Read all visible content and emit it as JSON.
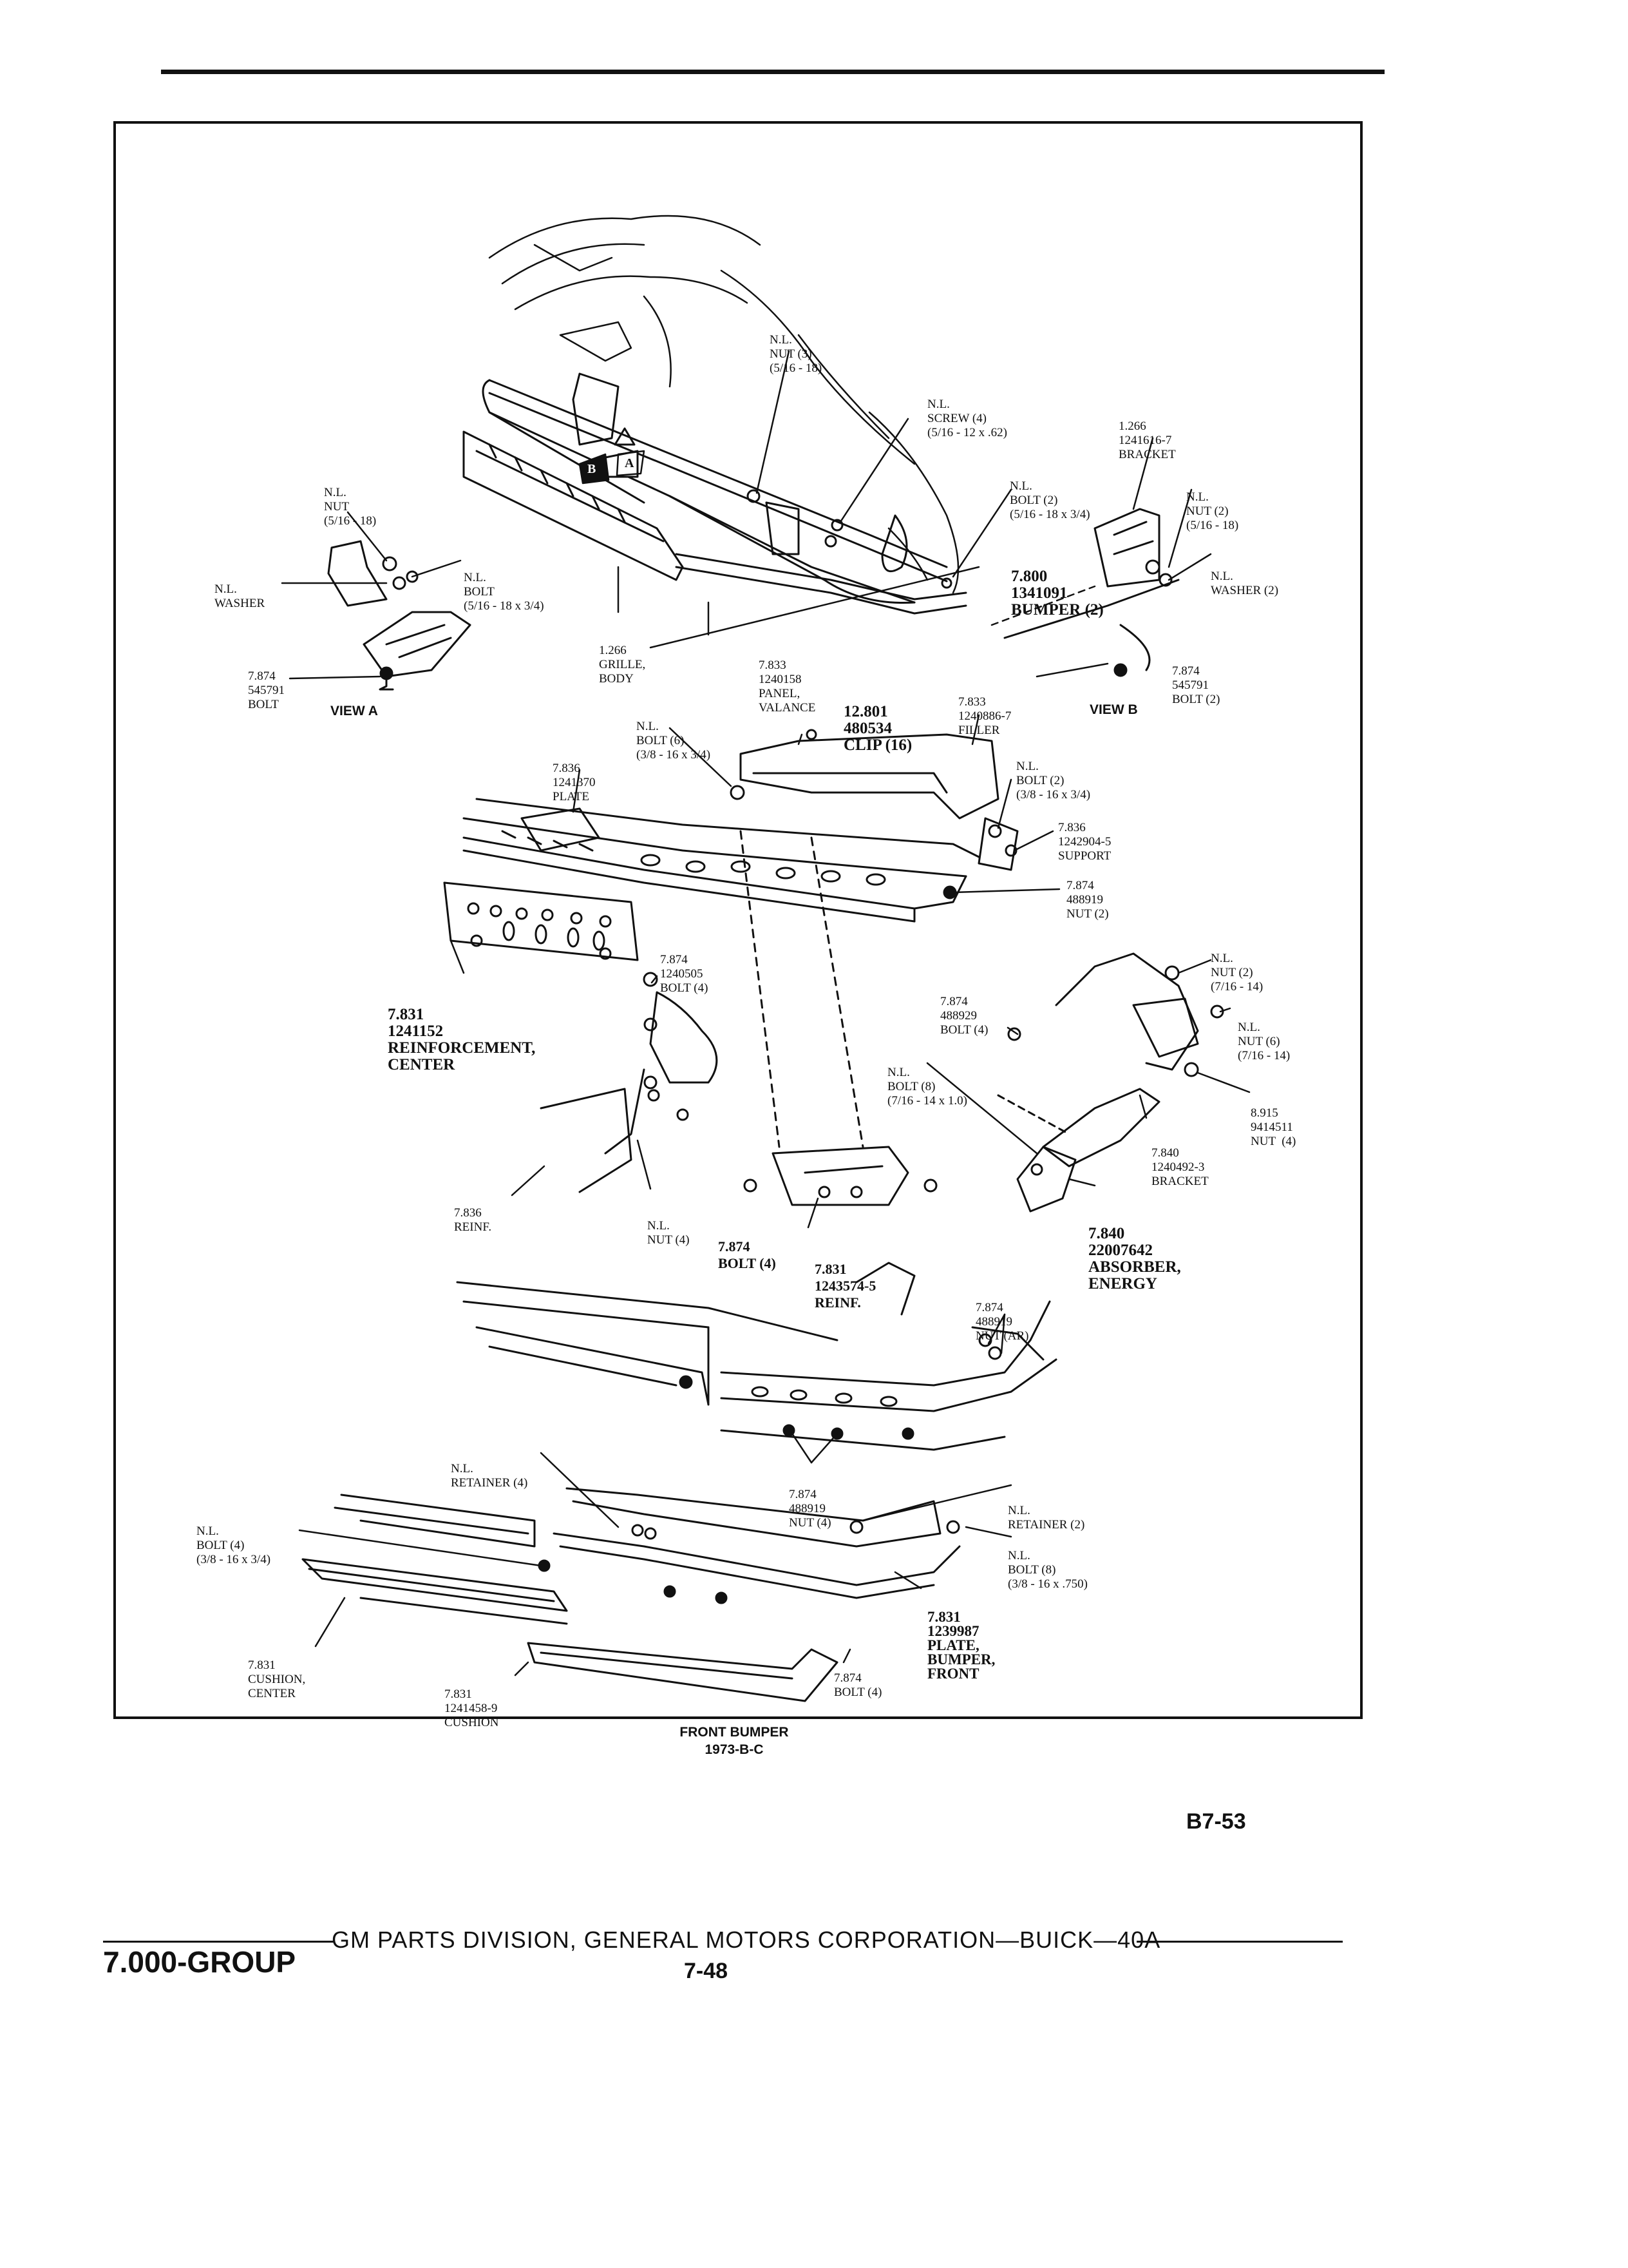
{
  "labels": {
    "nut3": [
      "N.L.",
      "NUT (3)",
      "(5/16 - 18)"
    ],
    "screw4": [
      "N.L.",
      "SCREW (4)",
      "(5/16 - 12 x .62)"
    ],
    "bracket_1266": [
      "1.266",
      "1241616-7",
      "BRACKET"
    ],
    "nut_a": [
      "N.L.",
      "NUT",
      "(5/16 - 18)"
    ],
    "bolt2_top": [
      "N.L.",
      "BOLT (2)",
      "(5/16 - 18 x 3/4)"
    ],
    "nut2_b": [
      "N.L.",
      "NUT (2)",
      "(5/16 - 18)"
    ],
    "washer_a": [
      "N.L.",
      "WASHER"
    ],
    "bolt_a": [
      "N.L.",
      "BOLT",
      "(5/16 - 18 x 3/4)"
    ],
    "bumper_7800": [
      "7.800",
      "1341091",
      "BUMPER (2)"
    ],
    "washer2_b": [
      "N.L.",
      "WASHER (2)"
    ],
    "grille": [
      "1.266",
      "GRILLE,",
      "BODY"
    ],
    "valance": [
      "7.833",
      "1240158",
      "PANEL,",
      "VALANCE"
    ],
    "bolt_7874_a": [
      "7.874",
      "545791",
      "BOLT"
    ],
    "clip": [
      "12.801",
      "480534",
      "CLIP (16)"
    ],
    "filler": [
      "7.833",
      "1240886-7",
      "FILLER"
    ],
    "bolt2_b": [
      "7.874",
      "545791",
      "BOLT (2)"
    ],
    "bolt6": [
      "N.L.",
      "BOLT (6)",
      "(3/8 - 16 x 3/4)"
    ],
    "plate": [
      "7.836",
      "1241370",
      "PLATE"
    ],
    "bolt2_mid": [
      "N.L.",
      "BOLT (2)",
      "(3/8 - 16 x 3/4)"
    ],
    "support": [
      "7.836",
      "1242904-5",
      "SUPPORT"
    ],
    "nut2_488919": [
      "7.874",
      "488919",
      "NUT (2)"
    ],
    "nut2_716": [
      "N.L.",
      "NUT (2)",
      "(7/16 - 14)"
    ],
    "bolt4_1240505": [
      "7.874",
      "1240505",
      "BOLT (4)"
    ],
    "reinf_center": [
      "7.831",
      "1241152",
      "REINFORCEMENT,",
      "CENTER"
    ],
    "bolt4_488929": [
      "7.874",
      "488929",
      "BOLT (4)"
    ],
    "nut6": [
      "N.L.",
      "NUT (6)",
      "(7/16 - 14)"
    ],
    "bolt8_716": [
      "N.L.",
      "BOLT (8)",
      "(7/16 - 14 x 1.0)"
    ],
    "nut4_9414511": [
      "8.915",
      "9414511",
      "NUT  (4)"
    ],
    "bracket_7840": [
      "7.840",
      "1240492-3",
      "BRACKET"
    ],
    "reinf_7836": [
      "7.836",
      "REINF."
    ],
    "nut4": [
      "N.L.",
      "NUT (4)"
    ],
    "bolt4_7874": [
      "7.874",
      "BOLT (4)"
    ],
    "reinf_7831": [
      "7.831",
      "1243574-5",
      "REINF."
    ],
    "absorber": [
      "7.840",
      "22007642",
      "ABSORBER,",
      "ENERGY"
    ],
    "nut_ar": [
      "7.874",
      "488919",
      "NUT (AR)"
    ],
    "retainer4": [
      "N.L.",
      "RETAINER (4)"
    ],
    "nut4_488919": [
      "7.874",
      "488919",
      "NUT (4)"
    ],
    "retainer2": [
      "N.L.",
      "RETAINER (2)"
    ],
    "bolt4_38": [
      "N.L.",
      "BOLT (4)",
      "(3/8 - 16 x 3/4)"
    ],
    "bolt8_38": [
      "N.L.",
      "BOLT (8)",
      "(3/8 - 16 x .750)"
    ],
    "plate_front": [
      "7.831",
      "1239987",
      "PLATE,",
      "BUMPER,",
      "FRONT"
    ],
    "cushion_center": [
      "7.831",
      "CUSHION,",
      "CENTER"
    ],
    "cushion": [
      "7.831",
      "1241458-9",
      "CUSHION"
    ],
    "bolt4_bottom": [
      "7.874",
      "BOLT (4)"
    ]
  },
  "views": {
    "a": "VIEW A",
    "b": "VIEW B"
  },
  "callouts": {
    "a": "A",
    "b": "B"
  },
  "caption": {
    "title": "FRONT BUMPER",
    "subtitle": "1973-B-C"
  },
  "page_id": "B7-53",
  "footer": {
    "group": "7.000-GROUP",
    "text": "GM PARTS DIVISION, GENERAL MOTORS CORPORATION—BUICK—40A",
    "page": "7-48"
  }
}
